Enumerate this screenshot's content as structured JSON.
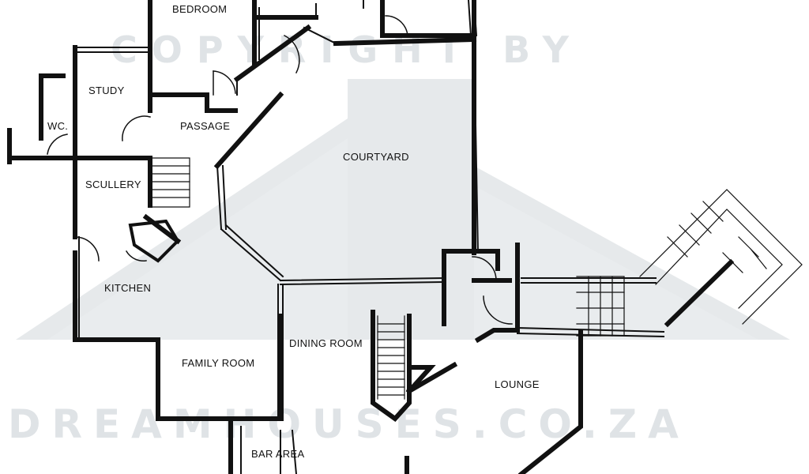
{
  "watermark": {
    "top_line": "COPYRIGHT BY",
    "bottom_line": "DREAMHOUSES.CO.ZA"
  },
  "rooms": {
    "bedroom": "BEDROOM",
    "study": "STUDY",
    "wc": "WC.",
    "passage": "PASSAGE",
    "courtyard": "COURTYARD",
    "scullery": "SCULLERY",
    "kitchen": "KITCHEN",
    "dining_room": "DINING ROOM",
    "family_room": "FAMILY ROOM",
    "lounge": "LOUNGE",
    "bar_area": "BAR AREA"
  }
}
